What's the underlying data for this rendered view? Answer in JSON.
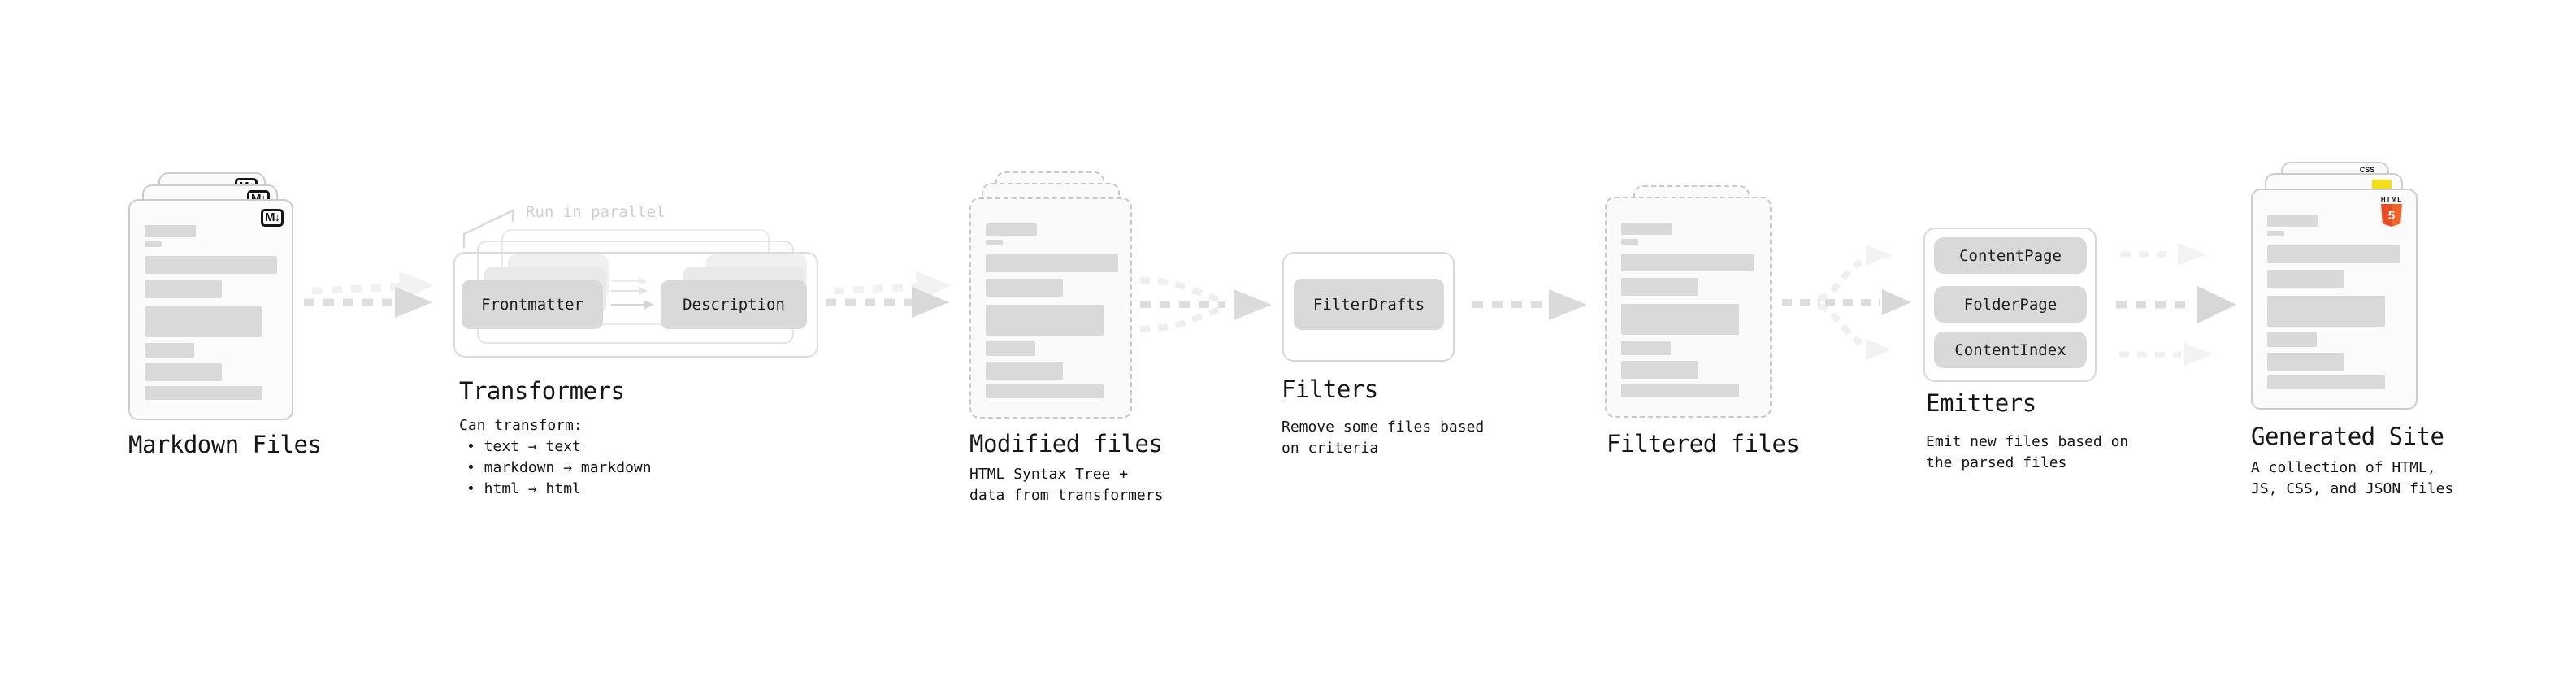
{
  "stages": {
    "markdown": {
      "title": "Markdown Files",
      "badge": "M↓"
    },
    "transformers": {
      "annotation": "Run in parallel",
      "box_frontmatter": "Frontmatter",
      "box_description": "Description",
      "title": "Transformers",
      "subtitle_heading": "Can transform:",
      "bullets": [
        "• text → text",
        "• markdown → markdown",
        "• html → html"
      ]
    },
    "modified": {
      "title": "Modified files",
      "subtitle": "HTML Syntax Tree +\ndata from transformers"
    },
    "filters": {
      "title": "Filters",
      "box": "FilterDrafts",
      "subtitle": "Remove some files based\non criteria"
    },
    "filtered": {
      "title": "Filtered files"
    },
    "emitters": {
      "title": "Emitters",
      "boxes": [
        "ContentPage",
        "FolderPage",
        "ContentIndex"
      ],
      "subtitle": "Emit new files based on\nthe parsed files"
    },
    "generated": {
      "title": "Generated Site",
      "subtitle": "A collection of HTML,\nJS, CSS, and JSON files",
      "badge_css": "CSS",
      "badge_html": "HTML",
      "badge_html_number": "5"
    }
  },
  "colors": {
    "card_border": "#cdcdcd",
    "dashed_border": "#c9c9c9",
    "bar": "#d9d9d9",
    "box_fill": "#d9d9d9",
    "arrow": "#dedede",
    "arrow_head": "#d9d9d9",
    "arrow_faint": "#f1f1f1",
    "annotation": "#cfcfcf",
    "text": "#161616",
    "md_badge_border": "#161616",
    "html5_orange": "#e44d26",
    "html5_orange_light": "#f16529",
    "js_yellow": "#f5de19",
    "css_blue": "#2b66f6"
  }
}
